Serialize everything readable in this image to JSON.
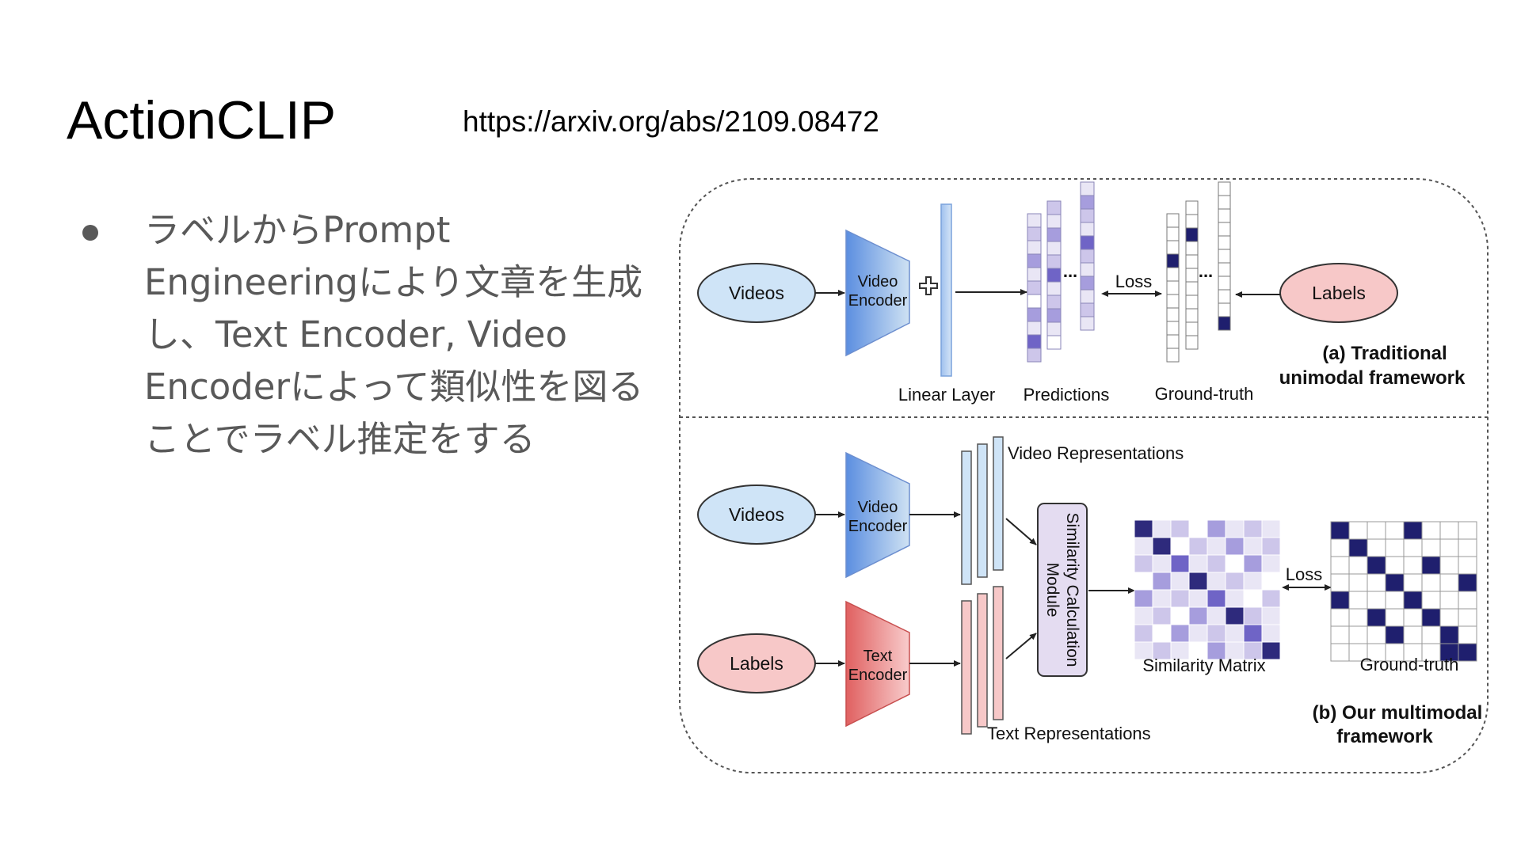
{
  "slide": {
    "title": "ActionCLIP",
    "url": "https://arxiv.org/abs/2109.08472",
    "bullet": "ラベルからPrompt\nEngineeringにより文章を生成\nし、Text Encoder, Video\nEncoderによって類似性を図る\nことでラベル推定をする"
  },
  "diagram": {
    "top": {
      "videos": "Videos",
      "video_encoder": [
        "Video",
        "Encoder"
      ],
      "linear_layer": "Linear Layer",
      "predictions": "Predictions",
      "loss": "Loss",
      "ellipsis": "...",
      "ground_truth": "Ground-truth",
      "labels": "Labels",
      "caption": [
        "(a) Traditional",
        "unimodal framework"
      ]
    },
    "bottom": {
      "videos": "Videos",
      "video_encoder": [
        "Video",
        "Encoder"
      ],
      "labels": "Labels",
      "text_encoder": [
        "Text",
        "Encoder"
      ],
      "video_representations": "Video Representations",
      "text_representations": "Text Representations",
      "module": [
        "Similarity Calculation",
        "Module"
      ],
      "similarity_matrix": "Similarity Matrix",
      "loss": "Loss",
      "ground_truth": "Ground-truth",
      "caption": [
        "(b) Our multimodal",
        "framework"
      ]
    },
    "colors": {
      "blue_fill": "#cfe4f7",
      "blue_dark": "#4a86e8",
      "red_fill": "#f7c8c8",
      "red_dark": "#e06666",
      "navy": "#1f1f6e",
      "lavender": "#e4dcf1"
    }
  }
}
